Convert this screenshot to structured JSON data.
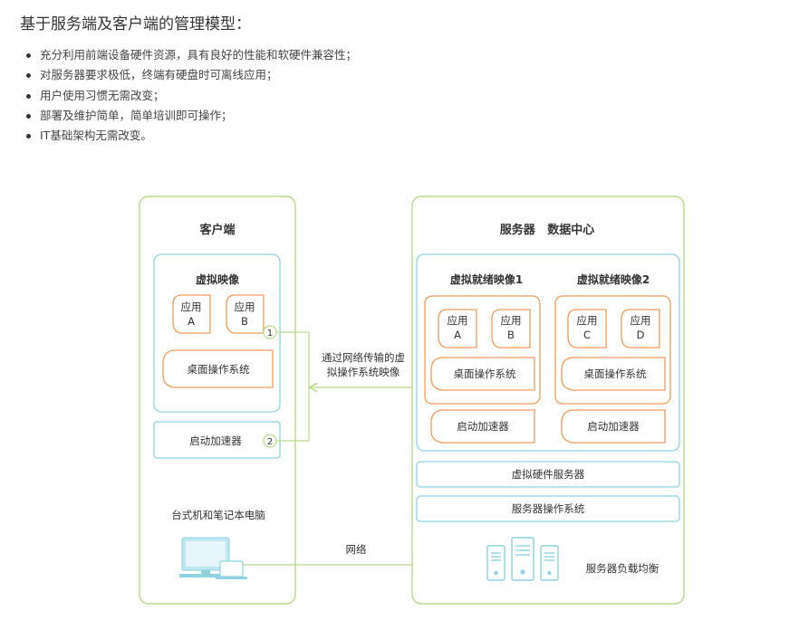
{
  "heading": "基于服务端及客户端的管理模型：",
  "bullets": [
    "充分利用前端设备硬件资源，具有良好的性能和软硬件兼容性；",
    "对服务器要求极低，终端有硬盘时可离线应用；",
    "用户使用习惯无需改变；",
    "部署及维护简单，简单培训即可操作；",
    "IT基础架构无需改变。"
  ],
  "diagram": {
    "client": {
      "title": "客户端",
      "vm_title": "虚拟映像",
      "app_a": [
        "应用",
        "A"
      ],
      "app_b": [
        "应用",
        "B"
      ],
      "os": "桌面操作系统",
      "accelerator": "启动加速器",
      "device_label": "台式机和笔记本电脑",
      "marker1": "1",
      "marker2": "2"
    },
    "transfer_label": [
      "通过网络传输的虚",
      "拟操作系统映像"
    ],
    "network_label": "网络",
    "server": {
      "title": "服务器   数据中心",
      "image1": {
        "title": "虚拟就绪映像1",
        "app_a": [
          "应用",
          "A"
        ],
        "app_b": [
          "应用",
          "B"
        ],
        "os": "桌面操作系统",
        "accelerator": "启动加速器"
      },
      "image2": {
        "title": "虚拟就绪映像2",
        "app_c": [
          "应用",
          "C"
        ],
        "app_d": [
          "应用",
          "D"
        ],
        "os": "桌面操作系统",
        "accelerator": "启动加速器"
      },
      "virtual_hw": "虚拟硬件服务器",
      "server_os": "服务器操作系统",
      "load_balance": "服务器负载均衡"
    },
    "colors": {
      "green": "#b9d98a",
      "blue": "#8fd3e0",
      "orange": "#f29a5a"
    }
  }
}
